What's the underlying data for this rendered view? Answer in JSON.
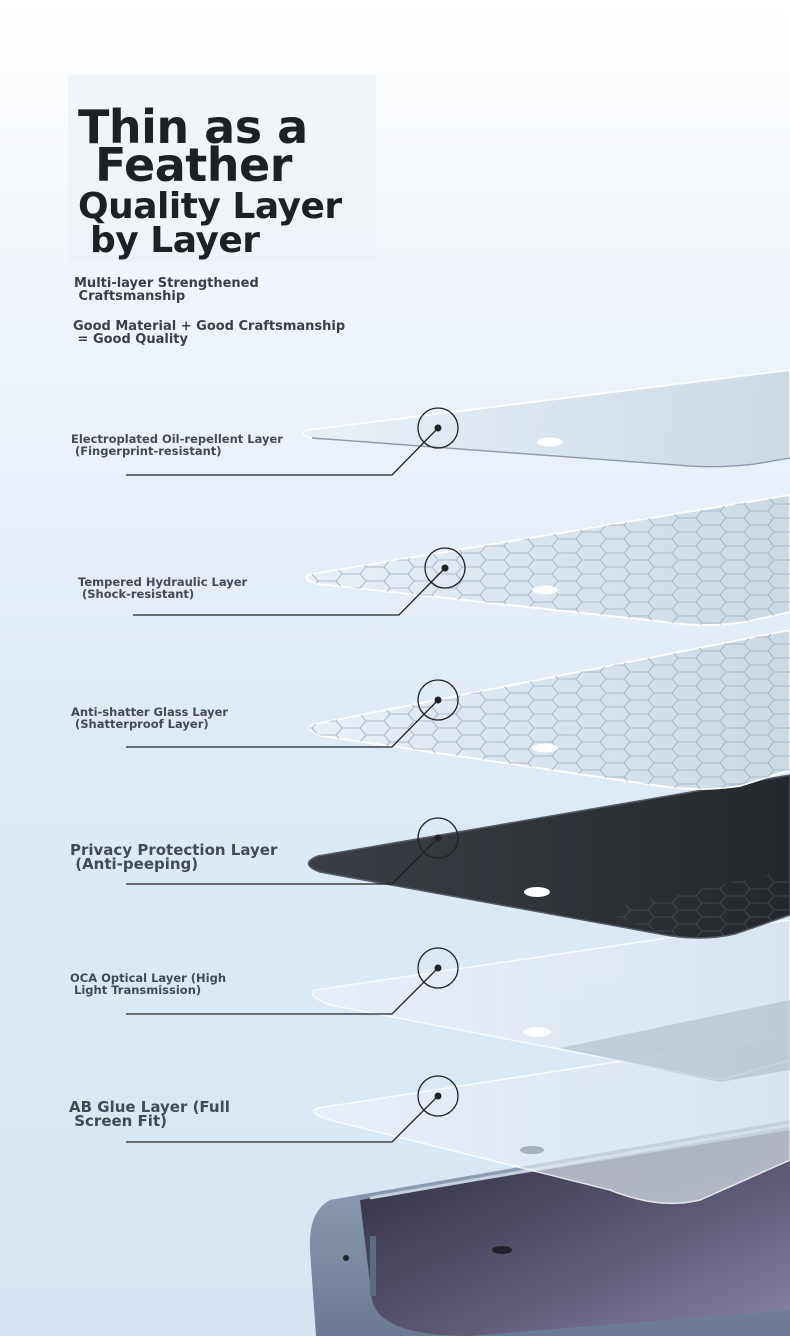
{
  "headline": {
    "line1": "Thin as a",
    "line2": "Feather",
    "line3": "Quality Layer",
    "line4": "by Layer"
  },
  "subtitle": {
    "line1": "Multi-layer Strengthened\n Craftsmanship",
    "line2": "Good Material + Good Craftsmanship\n = Good Quality"
  },
  "layers": [
    {
      "label": "Electroplated Oil-repellent Layer\n (Fingerprint-resistant)"
    },
    {
      "label": "Tempered Hydraulic Layer\n (Shock-resistant)"
    },
    {
      "label": "Anti-shatter Glass Layer\n (Shatterproof Layer)"
    },
    {
      "label": "Privacy Protection Layer\n (Anti-peeping)"
    },
    {
      "label": "OCA Optical Layer (High\n Light Transmission)"
    },
    {
      "label": "AB Glue Layer (Full\n Screen Fit)"
    }
  ],
  "colors": {
    "text_dark": "#1e2124",
    "label_text": "#444a52",
    "privacy_layer": "#2b2f33",
    "glass_edge": "#b8c6d3",
    "phone_frame": "#7f8ea6",
    "phone_screen": "#3c3a52"
  }
}
